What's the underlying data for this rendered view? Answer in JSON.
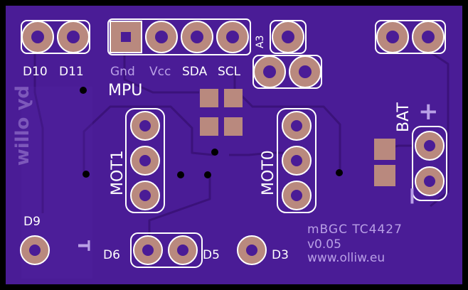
{
  "colors": {
    "background": "#000000",
    "board": "#4a1c96",
    "trace": "#3f1582",
    "pad_copper": "#b9897e",
    "pad_ring": "#ffffff",
    "silk": "#ffffff",
    "silk_faint": "#b9a0e6"
  },
  "header_labels": {
    "d10": "D10",
    "d11": "D11",
    "gnd": "Gnd",
    "vcc": "Vcc",
    "sda": "SDA",
    "scl": "SCL",
    "a3": "A3"
  },
  "section_labels": {
    "mpu": "MPU",
    "mot1": "MOT1",
    "mot0": "MOT0",
    "bat": "BAT",
    "bat_plus": "+",
    "bat_minus": "−"
  },
  "bottom_labels": {
    "d9": "D9",
    "d6": "D6",
    "d5": "D5",
    "d3": "D3",
    "t_mark": "T"
  },
  "board_info": {
    "name": "mBGC TC4427",
    "version": "v0.05",
    "url": "www.olliw.eu",
    "back_text": "by olliw"
  }
}
